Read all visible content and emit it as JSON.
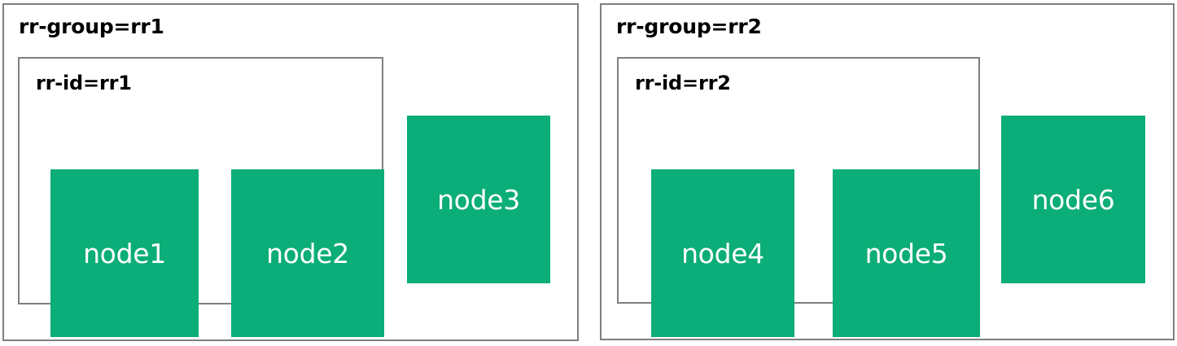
{
  "diagram": {
    "type": "nested-container-diagram",
    "background_color": "#ffffff",
    "border_color": "#7f7f7f",
    "node_color": "#0BAD78",
    "node_text_color": "#ffffff",
    "groups": [
      {
        "label": "rr-group=rr1",
        "rr": {
          "label": "rr-id=rr1",
          "nodes": [
            {
              "label": "node1"
            },
            {
              "label": "node2"
            }
          ]
        },
        "outside_nodes": [
          {
            "label": "node3"
          }
        ]
      },
      {
        "label": "rr-group=rr2",
        "rr": {
          "label": "rr-id=rr2",
          "nodes": [
            {
              "label": "node4"
            },
            {
              "label": "node5"
            }
          ]
        },
        "outside_nodes": [
          {
            "label": "node6"
          }
        ]
      }
    ]
  }
}
